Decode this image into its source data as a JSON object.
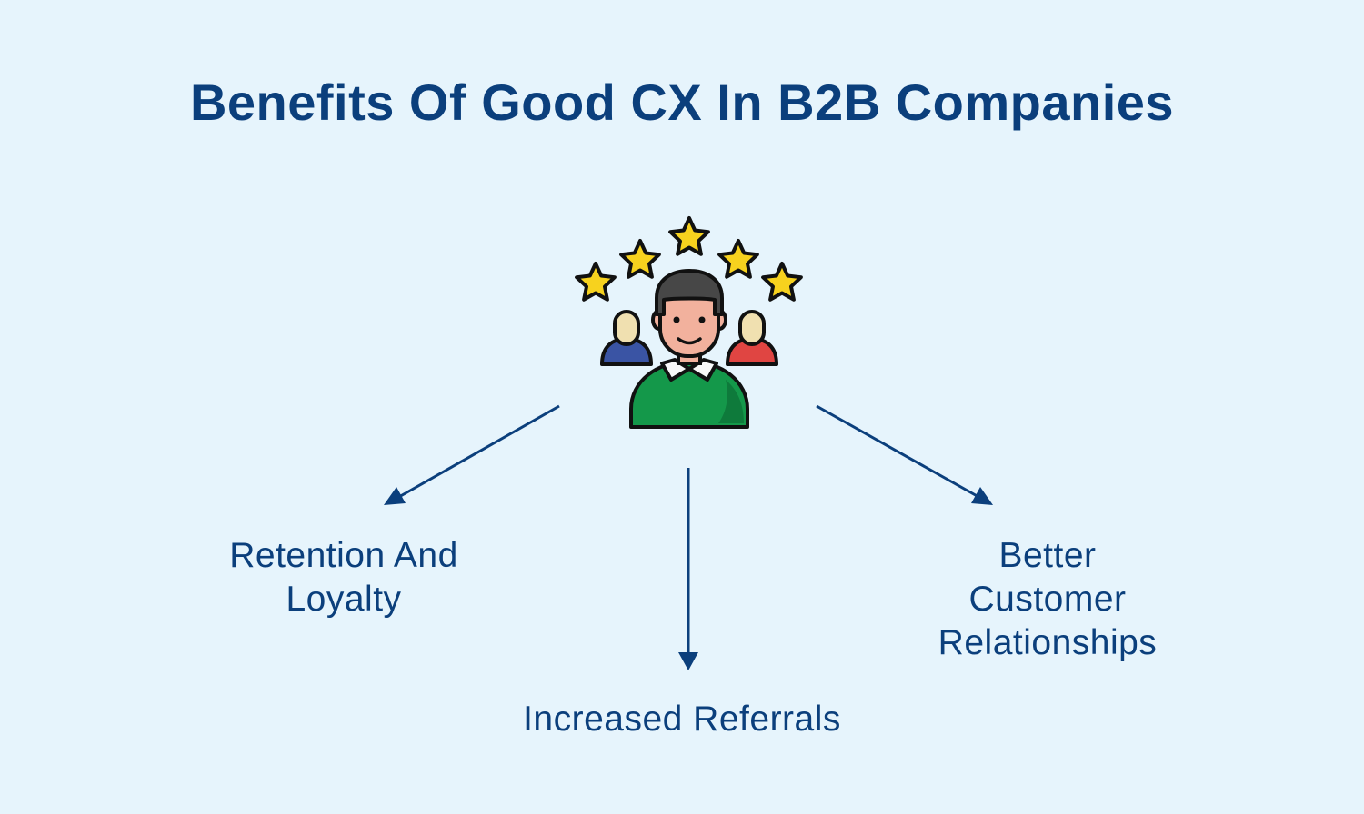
{
  "title": "Benefits Of Good CX In B2B Companies",
  "icon": "customer-satisfaction-icon",
  "colors": {
    "background": "#e6f4fc",
    "text": "#0b3f7c",
    "arrow": "#0b3f7c",
    "star": "#f7d21e",
    "shirt": "#14984a",
    "hair": "#474747",
    "skin": "#f2b19d",
    "left_person": "#3a54a4",
    "right_person": "#e04542"
  },
  "benefits": {
    "left": {
      "lines": [
        "Retention And",
        "Loyalty"
      ]
    },
    "bottom": {
      "lines": [
        "Increased Referrals"
      ]
    },
    "right": {
      "lines": [
        "Better",
        "Customer",
        "Relationships"
      ]
    }
  }
}
